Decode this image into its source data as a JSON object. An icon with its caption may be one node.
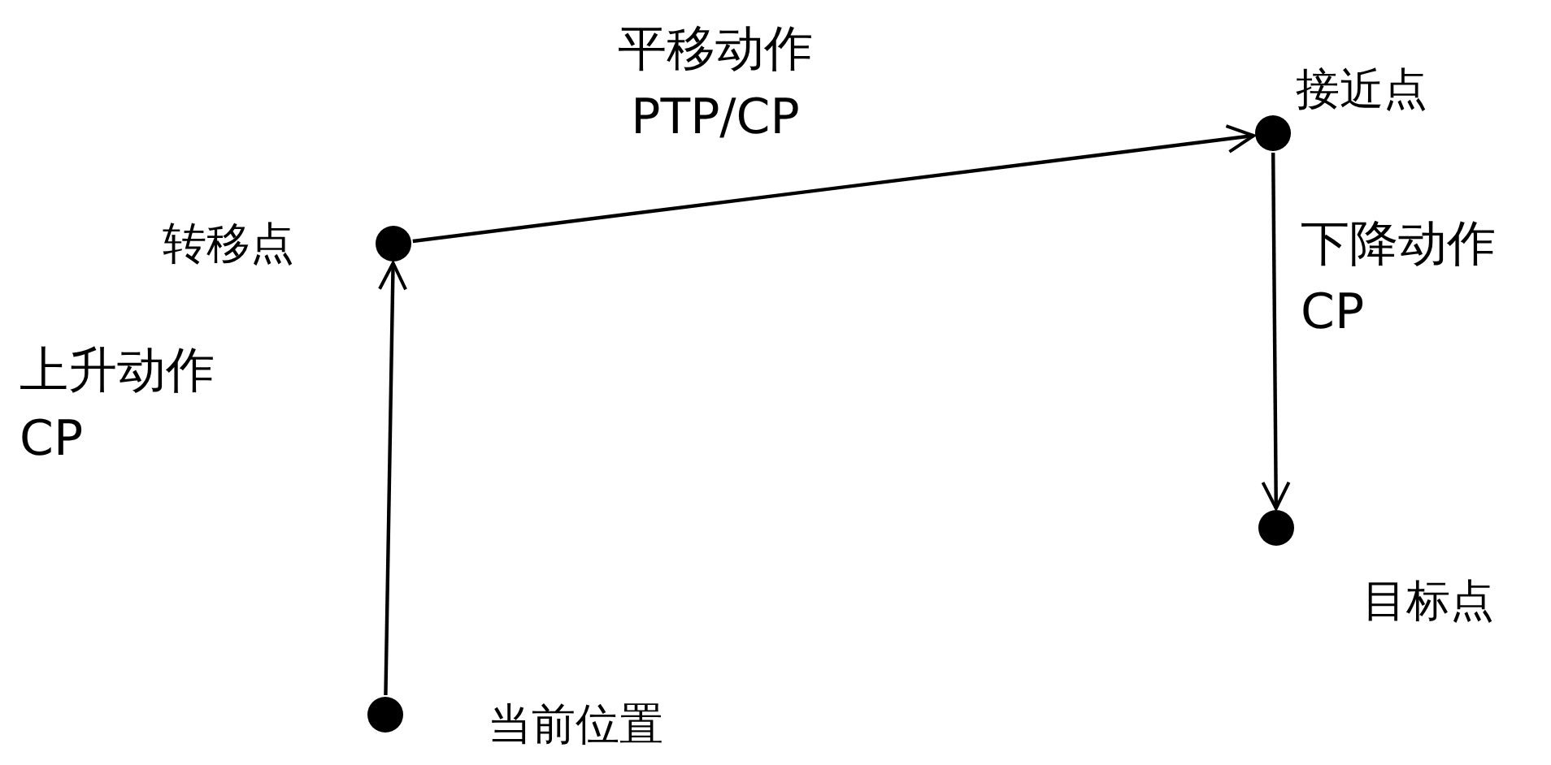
{
  "diagram": {
    "nodes": [
      {
        "text": [],
        "shape": "circle",
        "beside": [
          "当前位置"
        ]
      },
      {
        "text": [],
        "shape": "circle",
        "beside": [
          "转移点"
        ]
      },
      {
        "text": [],
        "shape": "circle",
        "beside": [
          "接近点"
        ]
      },
      {
        "text": [],
        "shape": "circle",
        "beside": [
          "目标点"
        ]
      }
    ],
    "edges": [
      {
        "from": 0,
        "to": 1,
        "arrow": "to",
        "label": "上升动作 CP"
      },
      {
        "from": 1,
        "to": 2,
        "arrow": "to",
        "label": "平移动作 PTP/CP"
      },
      {
        "from": 2,
        "to": 3,
        "arrow": "to",
        "label": "下降动作 CP"
      }
    ]
  }
}
